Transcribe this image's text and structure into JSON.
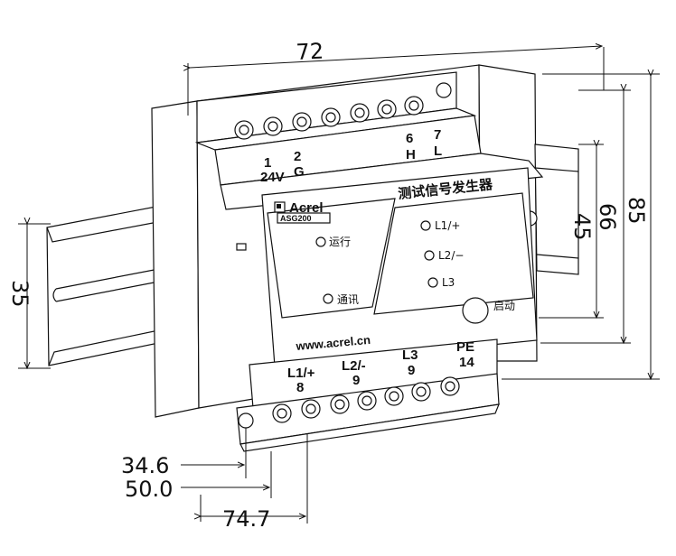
{
  "dimensions": {
    "width_top": "72",
    "height_total": "85",
    "height_mid": "66",
    "height_front": "45",
    "rail_height": "35",
    "depth_1": "34.6",
    "depth_2": "50.0",
    "depth_3": "74.7"
  },
  "top_terminals": {
    "t1_num": "1",
    "t1_label": "24V",
    "t2_num": "2",
    "t2_label": "G",
    "t6_num": "6",
    "t6_label": "H",
    "t7_num": "7",
    "t7_label": "L"
  },
  "bottom_terminals": {
    "b1_label": "L1/+",
    "b1_num": "8",
    "b2_label": "L2/-",
    "b2_num": "9",
    "b3_label": "L3",
    "b3_num": "9",
    "b4_label": "PE",
    "b4_num": "14"
  },
  "panel": {
    "brand": "Acrel",
    "model": "ASG200",
    "title": "测试信号发生器",
    "led_run": "运行",
    "led_comm": "通讯",
    "led_l1": "L1/+",
    "led_l2": "L2/−",
    "led_l3": "L3",
    "start_button": "启动",
    "website": "www.acrel.cn"
  }
}
